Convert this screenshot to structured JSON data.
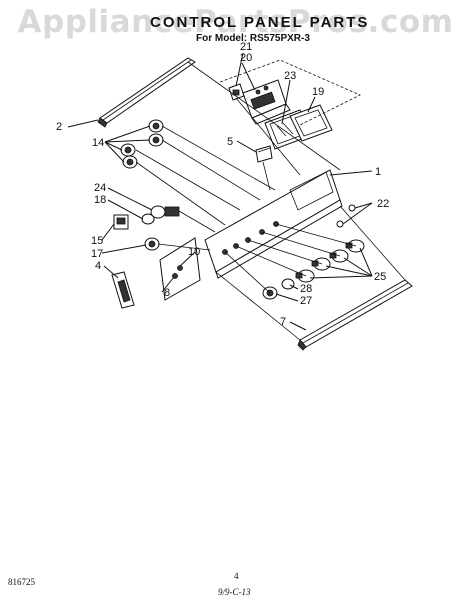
{
  "watermark": "AppliancePartsPros.com",
  "title": "CONTROL PANEL PARTS",
  "subtitle": "For Model: RS575PXR-3",
  "footer": {
    "left_code": "816725",
    "page_number": "4",
    "handwritten": "9/9-C-13"
  },
  "callouts": [
    "21",
    "20",
    "23",
    "19",
    "2",
    "14",
    "5",
    "1",
    "24",
    "18",
    "22",
    "15",
    "17",
    "10",
    "4",
    "8",
    "28",
    "27",
    "25",
    "7"
  ]
}
